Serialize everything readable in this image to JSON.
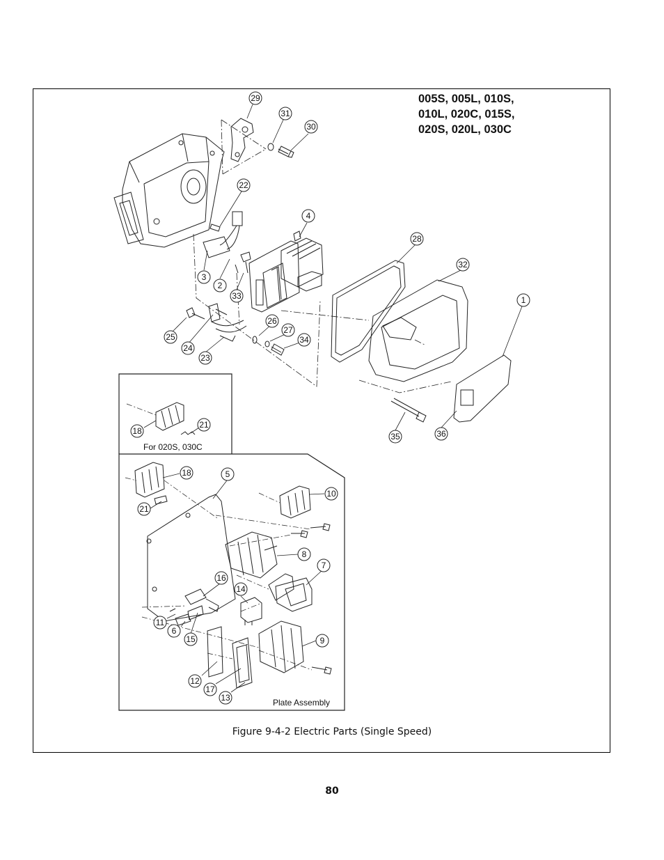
{
  "models": [
    "005S, 005L, 010S,",
    "010L, 020C, 015S,",
    "020S, 020L, 030C"
  ],
  "caption": "Figure 9-4-2 Electric Parts (Single Speed)",
  "page_number": "80",
  "inset_top_label": "For 020S, 030C",
  "inset_bottom_label": "Plate Assembly",
  "callouts": [
    "29",
    "31",
    "30",
    "22",
    "4",
    "28",
    "32",
    "1",
    "3",
    "2",
    "33",
    "26",
    "27",
    "34",
    "25",
    "24",
    "23",
    "18",
    "21",
    "35",
    "36",
    "18",
    "5",
    "10",
    "21",
    "8",
    "7",
    "16",
    "14",
    "11",
    "6",
    "15",
    "9",
    "12",
    "17",
    "13"
  ]
}
